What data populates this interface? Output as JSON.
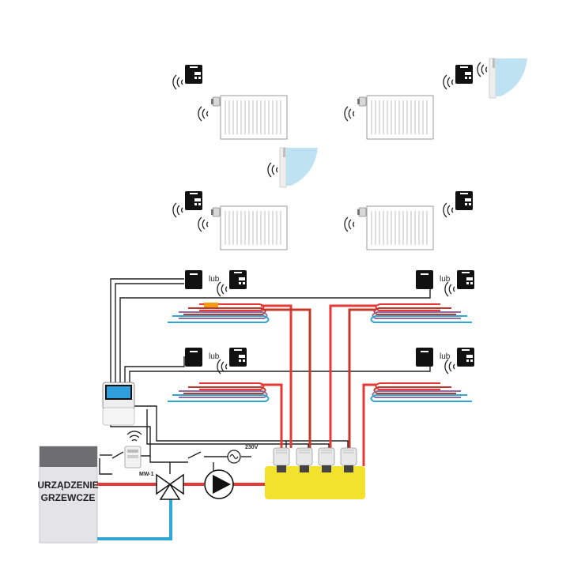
{
  "boiler": {
    "line1": "URZĄDZENIE",
    "line2": "GRZEWCZE"
  },
  "module": {
    "label": "MW-1"
  },
  "power": {
    "label": "230V"
  },
  "zones": [
    {
      "or_label": "lub"
    },
    {
      "or_label": "lub"
    },
    {
      "or_label": "lub"
    },
    {
      "or_label": "lub"
    }
  ],
  "icons": {
    "regulator": "room-regulator-icon",
    "wireless": "wireless-signal-icon",
    "radiator": "radiator-icon",
    "thermostatic_head": "thermostatic-head-icon",
    "window_sensor": "window-sensor-icon",
    "pump": "pump-icon",
    "valve": "three-way-valve-icon",
    "controller": "controller-icon",
    "manifold": "manifold-icon",
    "actuator": "actuator-icon"
  },
  "colors": {
    "supply": "#e53935",
    "return": "#2fa6d6",
    "manifold": "#f2e22e",
    "wire": "#222222",
    "boiler_body": "#e4e4e6",
    "boiler_top": "#6e6e72",
    "window_glass": "#bfe2f3",
    "controller_screen": "#2d9fdc"
  }
}
